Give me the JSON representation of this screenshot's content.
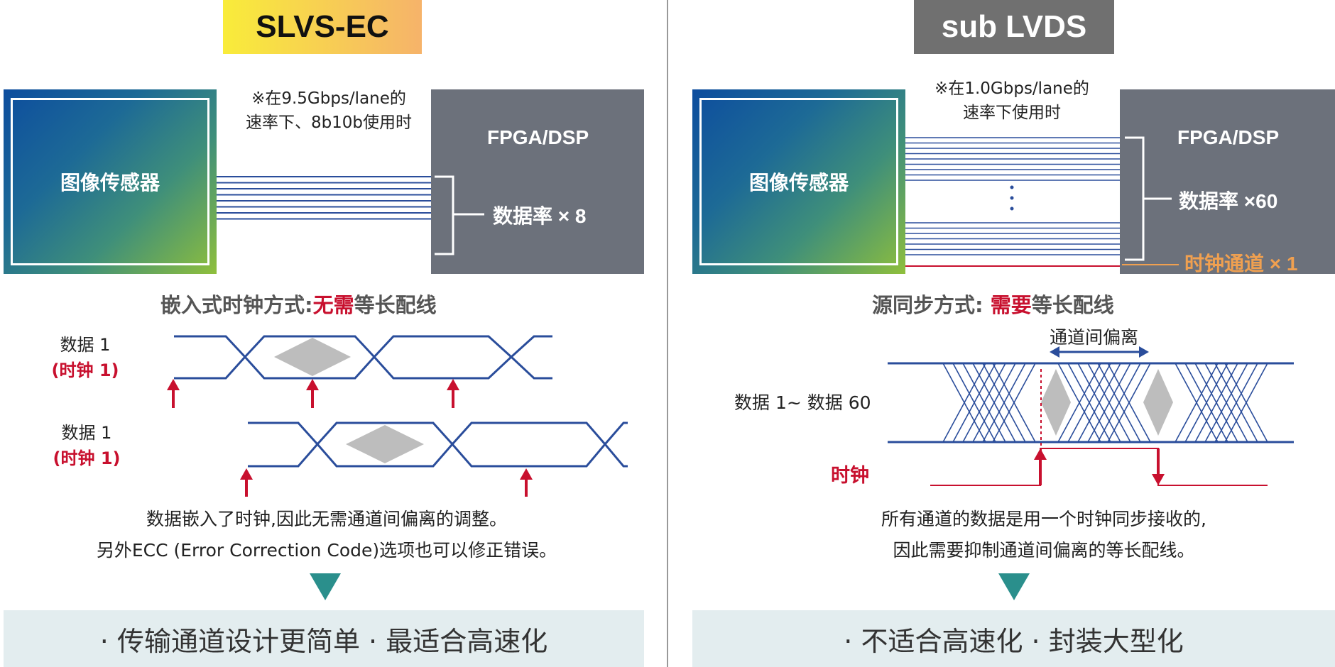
{
  "left": {
    "title": "SLVS-EC",
    "sensor_label": "图像传感器",
    "note_line1": "※在9.5Gbps/lane的",
    "note_line2": "速率下、8b10b使用时",
    "fpga_label": "FPGA/DSP",
    "data_rate": "数据率 × 8",
    "subtitle_prefix": "嵌入式时钟方式:",
    "subtitle_highlight": "无需",
    "subtitle_suffix": "等长配线",
    "signal1_data": "数据 1",
    "signal1_clock": "(时钟 1)",
    "signal2_data": "数据 1",
    "signal2_clock": "(时钟 1)",
    "desc_line1": "数据嵌入了时钟,因此无需通道间偏离的调整。",
    "desc_line2": "另外ECC (Error Correction Code)选项也可以修正错误。",
    "conclusion": "· 传输通道设计更简单  · 最适合高速化"
  },
  "right": {
    "title": "sub LVDS",
    "sensor_label": "图像传感器",
    "note_line1": "※在1.0Gbps/lane的",
    "note_line2": "速率下使用时",
    "fpga_label": "FPGA/DSP",
    "data_rate": "数据率 ×60",
    "clock_channel": "时钟通道 × 1",
    "subtitle_prefix": "源同步方式: ",
    "subtitle_highlight": "需要",
    "subtitle_suffix": "等长配线",
    "skew_label": "通道间偏离",
    "data_label": "数据 1~ 数据 60",
    "clock_label": "时钟",
    "desc_line1": "所有通道的数据是用一个时钟同步接收的,",
    "desc_line2": "因此需要抑制通道间偏离的等长配线。",
    "conclusion": "· 不适合高速化  · 封装大型化"
  },
  "colors": {
    "line_blue": "#2a4d9b",
    "accent_red": "#c8102e",
    "clock_orange": "#f0a050",
    "fpga_gray": "#6c717b",
    "teal": "#2a8f8c",
    "title_gray": "#707070",
    "conclusion_bg": "#e3edef"
  }
}
